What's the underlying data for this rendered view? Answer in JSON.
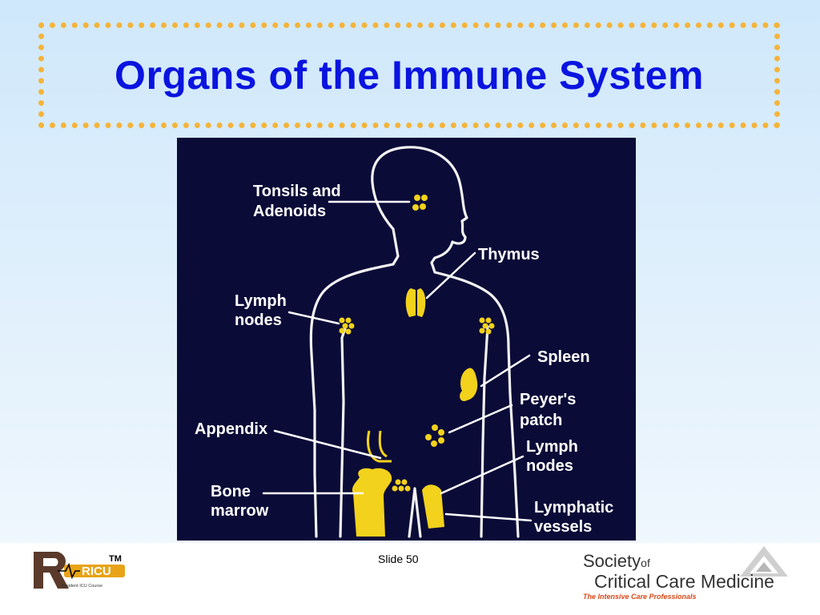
{
  "slide": {
    "title": "Organs of the Immune System",
    "slide_number": "Slide 50"
  },
  "diagram": {
    "labels": {
      "tonsils_line1": "Tonsils and",
      "tonsils_line2": "Adenoids",
      "thymus": "Thymus",
      "lymph_upper_line1": "Lymph",
      "lymph_upper_line2": "nodes",
      "spleen": "Spleen",
      "peyers_line1": "Peyer's",
      "peyers_line2": "patch",
      "appendix": "Appendix",
      "lymph_lower_line1": "Lymph",
      "lymph_lower_line2": "nodes",
      "bone_line1": "Bone",
      "bone_line2": "marrow",
      "lymphatic_line1": "Lymphatic",
      "lymphatic_line2": "vessels"
    },
    "colors": {
      "background": "#0b0b38",
      "organ": "#f2d21c",
      "outline": "#f2f2f2"
    }
  },
  "footer": {
    "ricu": {
      "logo_text": "RICU",
      "tm": "TM",
      "subtitle": "Resident ICU Course"
    },
    "sccm": {
      "word1": "Society",
      "of": "of",
      "line2": "Critical Care Medicine",
      "tagline": "The Intensive Care Professionals"
    }
  }
}
